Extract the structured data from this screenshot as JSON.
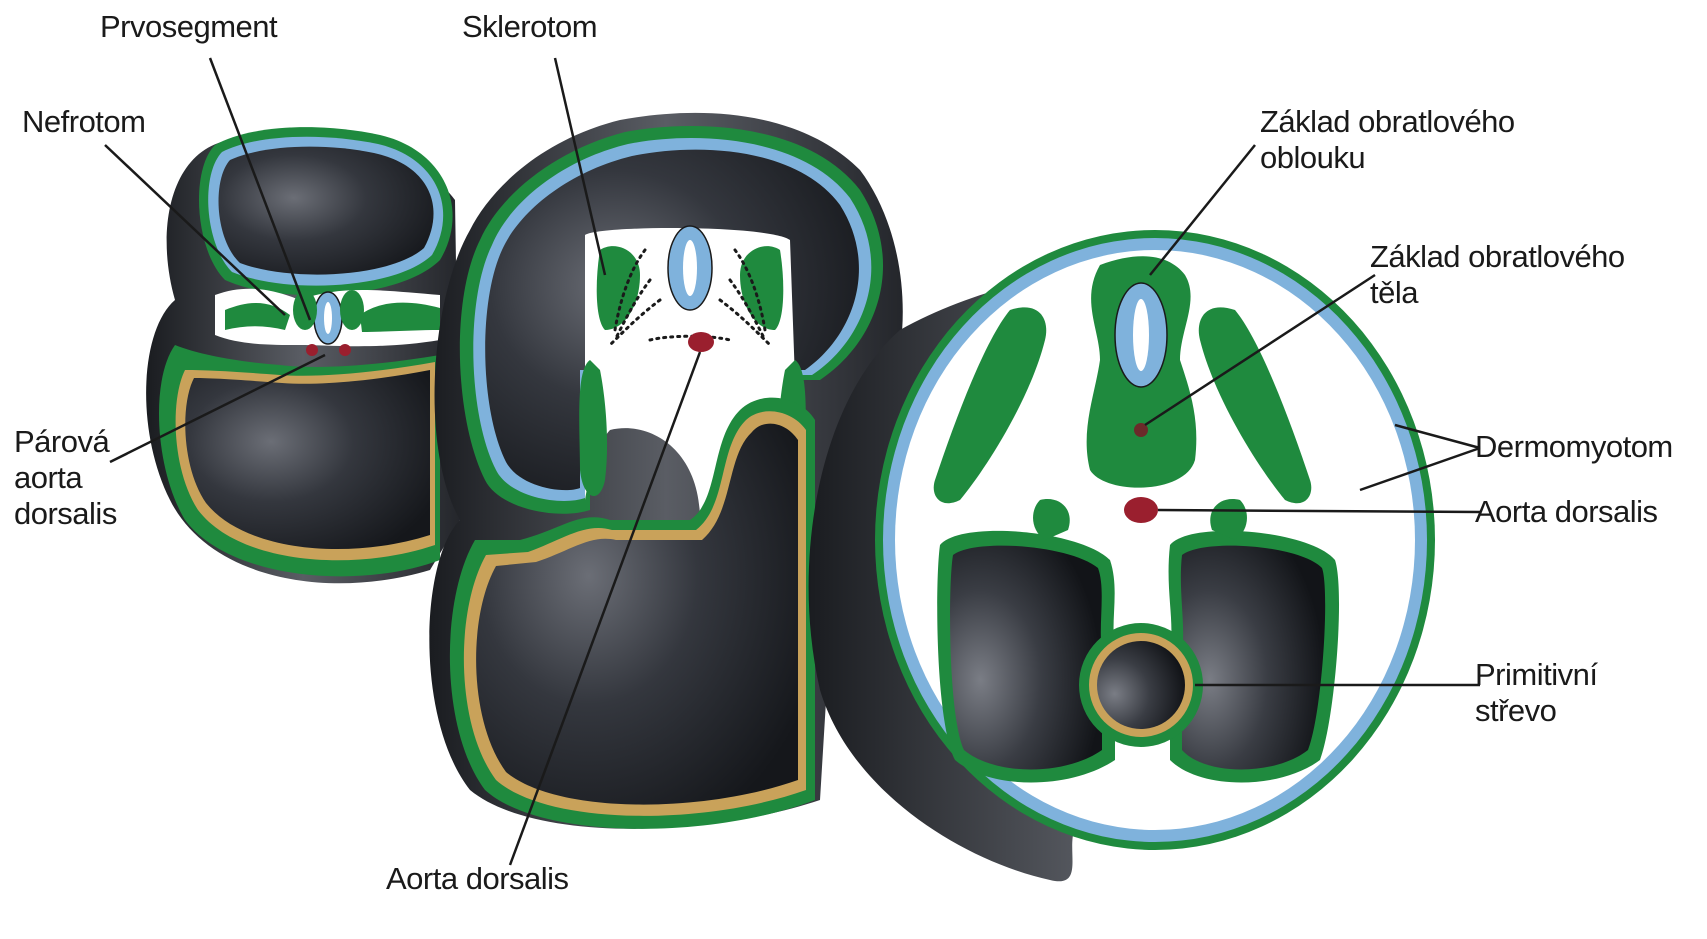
{
  "labels": {
    "prvosegment": "Prvosegment",
    "sklerotom": "Sklerotom",
    "nefrotom": "Nefrotom",
    "parova_line1": "Párová",
    "parova_line2": "aorta",
    "parova_line3": "dorsalis",
    "zaklad_oblouku_line1": "Základ obratlového",
    "zaklad_oblouku_line2": "oblouku",
    "zaklad_tela_line1": "Základ obratlového",
    "zaklad_tela_line2": "těla",
    "dermomyotom": "Dermomyotom",
    "aorta_dorsalis_right": "Aorta dorsalis",
    "primitivni_line1": "Primitivní",
    "primitivni_line2": "střevo",
    "aorta_dorsalis_bottom": "Aorta dorsalis"
  },
  "colors": {
    "tissue_green": "#1f8a3e",
    "neural_blue": "#7fb2dc",
    "endoderm_tan": "#c9a25a",
    "aorta_red": "#9a1f2e",
    "body_dark": "#2a2d33",
    "line": "#1a1a1a"
  }
}
